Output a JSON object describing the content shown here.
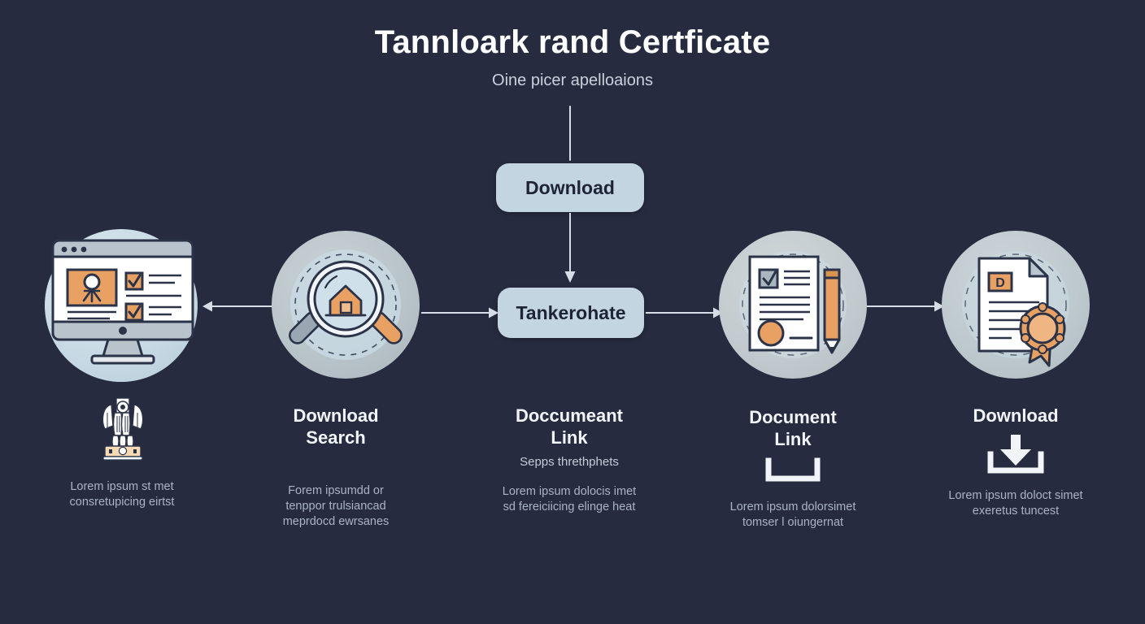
{
  "header": {
    "title": "Tannloark rand Certficate",
    "subtitle": "Oine picer apelloaions"
  },
  "colors": {
    "background": "#262b40",
    "pill_fill": "#c3d5e0",
    "pill_text": "#1e2336",
    "accent_orange": "#e8a163",
    "line": "#d6dde6",
    "heading_text": "#f2f5f8",
    "body_text": "#aab4c4"
  },
  "pills": [
    {
      "label": "Download",
      "name": "pill-download"
    },
    {
      "label": "Tankerohate",
      "name": "pill-tankerohate"
    }
  ],
  "nodes": [
    {
      "icon": "monitor-form-icon",
      "circle": "blue",
      "heading": "",
      "subheading": "",
      "caption_line1": "Lorem ipsum st met",
      "caption_line2": "consretupicing eirtst",
      "caption_line3": "",
      "badge_icon": "national-emblem-icon"
    },
    {
      "icon": "magnifier-house-icon",
      "circle": "grey",
      "heading": "Download",
      "heading2": "Search",
      "subheading": "",
      "caption_line1": "Forem ipsumdd or",
      "caption_line2": "tenppor trulsiancad",
      "caption_line3": "meprdocd ewrsanes",
      "badge_icon": ""
    },
    {
      "icon": "",
      "circle": "",
      "heading": "Doccumeant",
      "heading2": "Link",
      "subheading": "Sepps threthphets",
      "caption_line1": "Lorem ipsum dolocis imet",
      "caption_line2": "sd fereiciicing elinge heat",
      "caption_line3": "",
      "badge_icon": ""
    },
    {
      "icon": "document-pencil-icon",
      "circle": "grey2",
      "heading": "Document",
      "heading2": "Link",
      "subheading": "",
      "caption_line1": "Lorem ipsum dolorsimet",
      "caption_line2": "tomser l oiungernat",
      "caption_line3": "",
      "badge_icon": "tray-icon"
    },
    {
      "icon": "certificate-seal-icon",
      "circle": "grey3",
      "heading": "Download",
      "heading2": "",
      "subheading": "",
      "caption_line1": "Lorem ipsum doloct simet",
      "caption_line2": "exeretus tuncest",
      "caption_line3": "",
      "badge_icon": "download-tray-icon"
    }
  ],
  "arrows": [
    {
      "name": "arrow-left-monitor",
      "direction": "left"
    },
    {
      "name": "arrow-right-search-to-tankerohate",
      "direction": "right"
    },
    {
      "name": "arrow-right-tankerohate-to-document",
      "direction": "right"
    },
    {
      "name": "arrow-right-document-to-certificate",
      "direction": "right"
    },
    {
      "name": "arrow-down-download-to-tankerohate",
      "direction": "down"
    },
    {
      "name": "connector-title-to-download",
      "direction": "none"
    }
  ]
}
